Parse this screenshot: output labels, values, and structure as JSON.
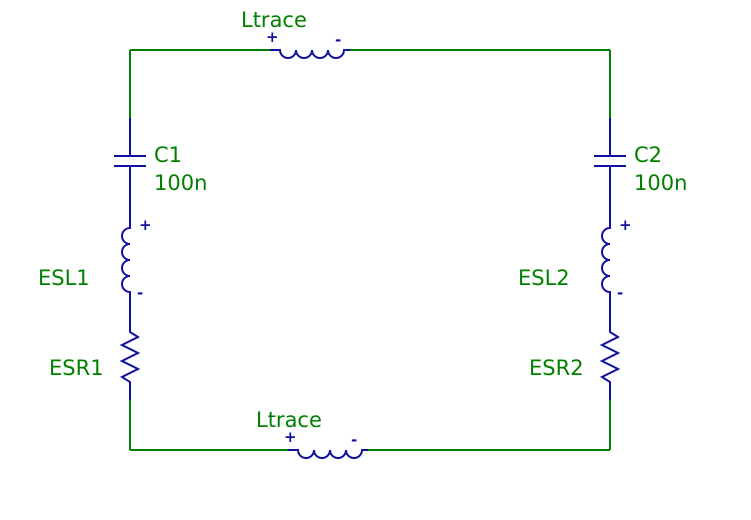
{
  "colors": {
    "wire": "#008000",
    "component": "#1010a0",
    "label": "#008000",
    "background": "#ffffff"
  },
  "components": {
    "ltrace_top": {
      "name": "Ltrace",
      "plus": "+",
      "minus": "-"
    },
    "ltrace_bottom": {
      "name": "Ltrace",
      "plus": "+",
      "minus": "-"
    },
    "c1": {
      "name": "C1",
      "value": "100n"
    },
    "c2": {
      "name": "C2",
      "value": "100n"
    },
    "esl1": {
      "name": "ESL1",
      "plus": "+",
      "minus": "-"
    },
    "esl2": {
      "name": "ESL2",
      "plus": "+",
      "minus": "-"
    },
    "esr1": {
      "name": "ESR1"
    },
    "esr2": {
      "name": "ESR2"
    }
  }
}
